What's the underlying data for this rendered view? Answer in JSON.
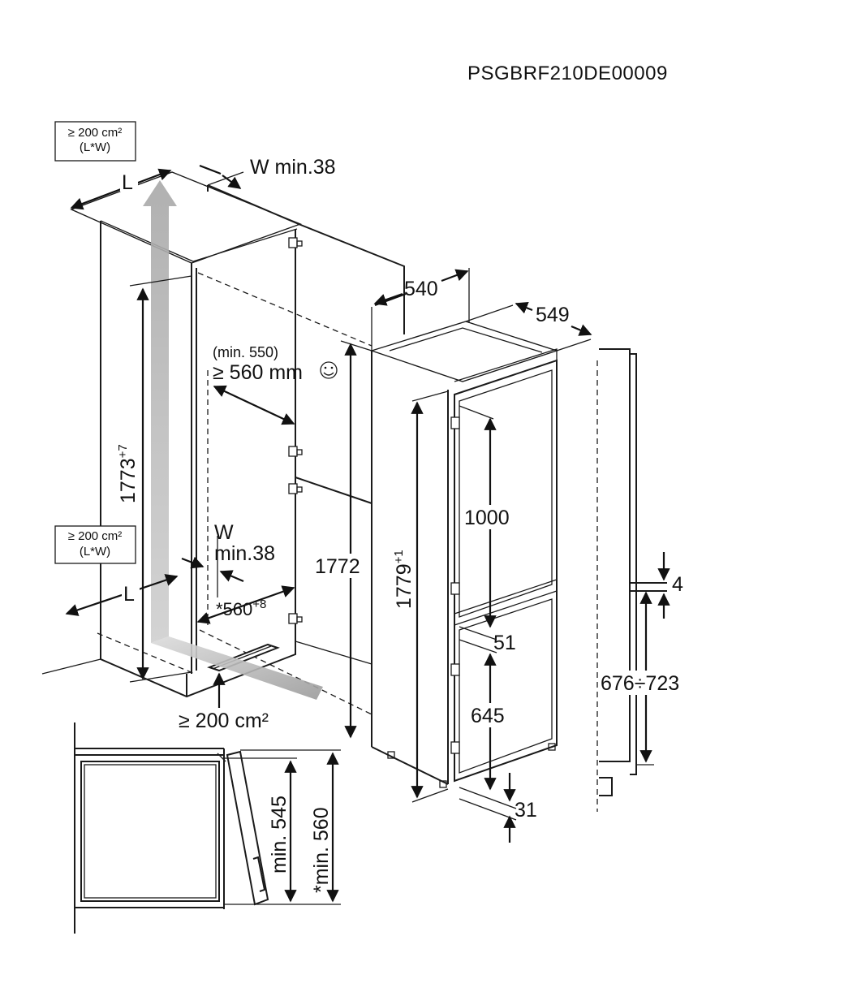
{
  "code": "PSGBRF210DE00009",
  "vent_top": {
    "line1": "≥ 200 cm²",
    "line2": "(L*W)"
  },
  "vent_mid": {
    "line1": "≥ 200 cm²",
    "line2": "(L*W)"
  },
  "vent_bottom": "≥ 200 cm²",
  "label_L": "L",
  "w_min_top": "W min.38",
  "w_label": "W",
  "w_min_mid": "min.38",
  "min_550": "(min. 550)",
  "min_560mm": "≥ 560 mm",
  "niche_height": {
    "base": "1773",
    "sup": "+7"
  },
  "niche_depth": {
    "base": "*560",
    "sup": "+8"
  },
  "appliance_height": "1772",
  "door_height": {
    "base": "1779",
    "sup": "+1"
  },
  "width_540": "540",
  "depth_549": "549",
  "dim_1000": "1000",
  "dim_51": "51",
  "dim_645": "645",
  "dim_31": "31",
  "dim_4": "4",
  "dim_676_723": "676÷723",
  "min_545": "min. 545",
  "min_560_star": "*min. 560",
  "colors": {
    "line": "#1a1a1a",
    "airflow": "#c7c7c7"
  }
}
